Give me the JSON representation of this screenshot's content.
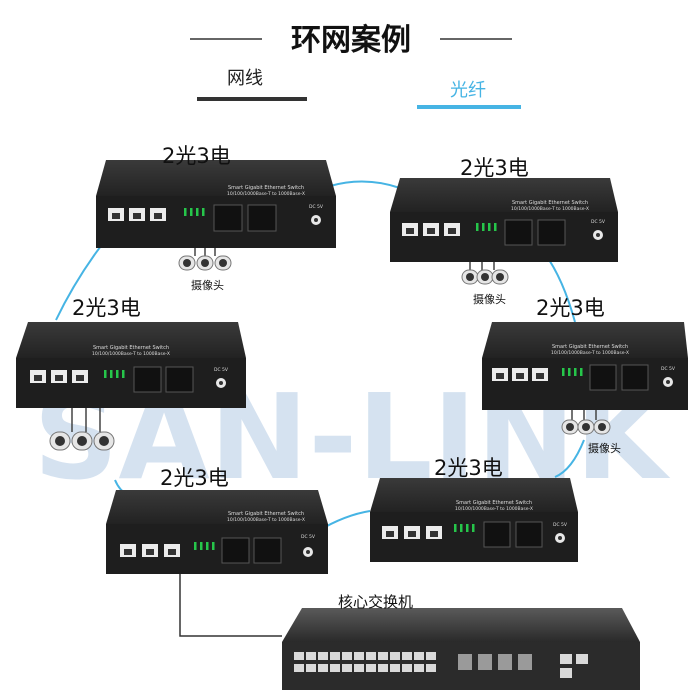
{
  "title": "环网案例",
  "legend": {
    "copper": "网线",
    "fiber": "光纤"
  },
  "device_label": "2光3电",
  "device_face_title": "Smart Gigabit Ethernet Switch",
  "device_face_subtitle": "10/100/1000Base-T to 1000Base-X",
  "dc_label": "DC 5V",
  "camera_label": "摄像头",
  "core_switch_label": "核心交换机",
  "watermark": "SAN-LINK",
  "colors": {
    "fiber": "#46b4e4",
    "copper": "#3a3a3a",
    "device": "#1f1f1f",
    "watermark": "#b9cfe6"
  }
}
